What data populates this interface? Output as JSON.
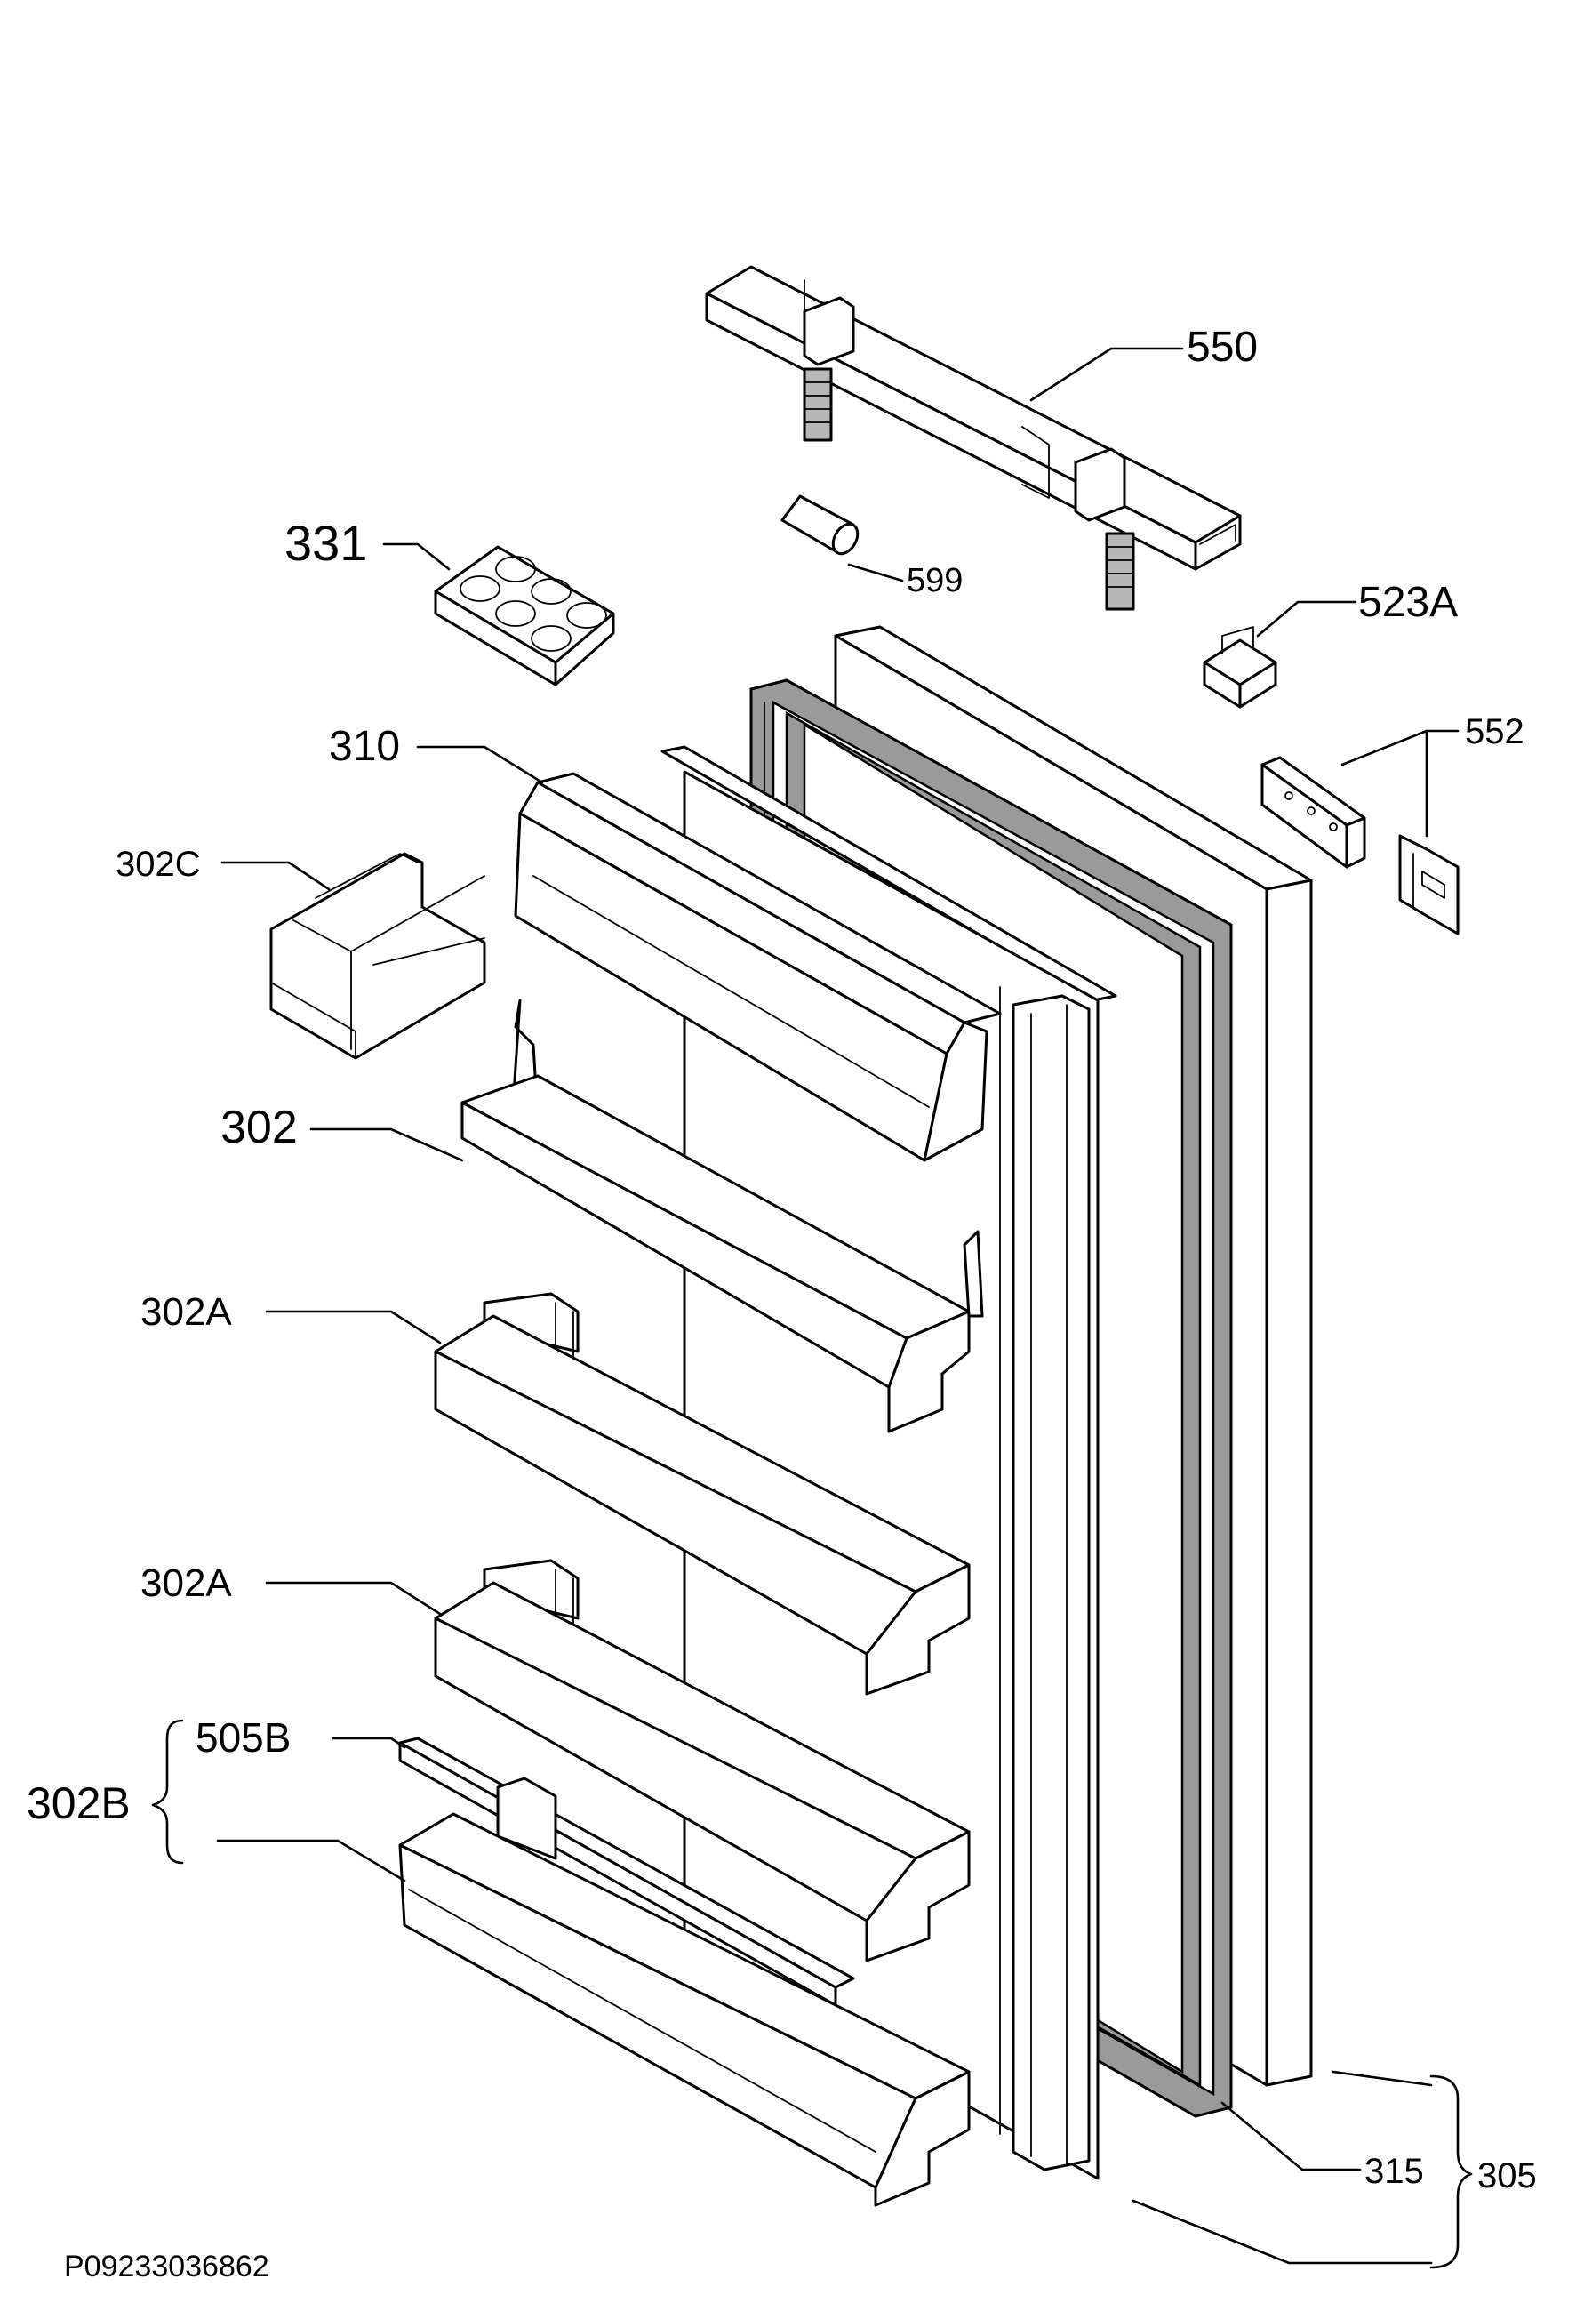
{
  "diagram": {
    "drawing_code": "P09233036862",
    "labels": {
      "l550": "550",
      "l599": "599",
      "l331": "331",
      "l523A": "523A",
      "l552": "552",
      "l310": "310",
      "l302C": "302C",
      "l302": "302",
      "l302A_1": "302A",
      "l302A_2": "302A",
      "l505B": "505B",
      "l302B": "302B",
      "l315": "315",
      "l305": "305"
    }
  }
}
